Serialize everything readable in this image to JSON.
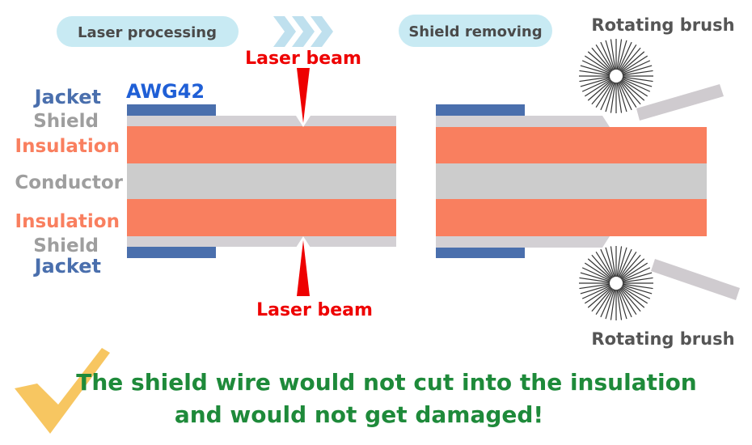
{
  "steps": {
    "step1": "Laser processing",
    "step2": "Shield removing"
  },
  "gauge": "AWG42",
  "labels": {
    "jacket_top": "Jacket",
    "shield_top": "Shield",
    "insulation_top": "Insulation",
    "conductor": "Conductor",
    "insulation_bottom": "Insulation",
    "shield_bottom": "Shield",
    "jacket_bottom": "Jacket"
  },
  "laser_top": "Laser beam",
  "laser_bottom": "Laser beam",
  "brush_top": "Rotating brush",
  "brush_bottom": "Rotating brush",
  "conclusion": {
    "line1": "The shield wire would not cut into the insulation",
    "line2": "and would not get damaged!"
  },
  "colors": {
    "jacket": "#4a6fad",
    "shield": "#d3d0d4",
    "insulation": "#f97f5f",
    "conductor": "#cccccc",
    "laser": "#ee0000",
    "pill": "#c8eaf3",
    "conclusion_text": "#1e8a3a",
    "checkmark": "#f6c050",
    "gauge_text": "#1f5fd6"
  },
  "icons": [
    "chevron-arrows-icon",
    "rotating-brush-icon",
    "checkmark-icon"
  ]
}
